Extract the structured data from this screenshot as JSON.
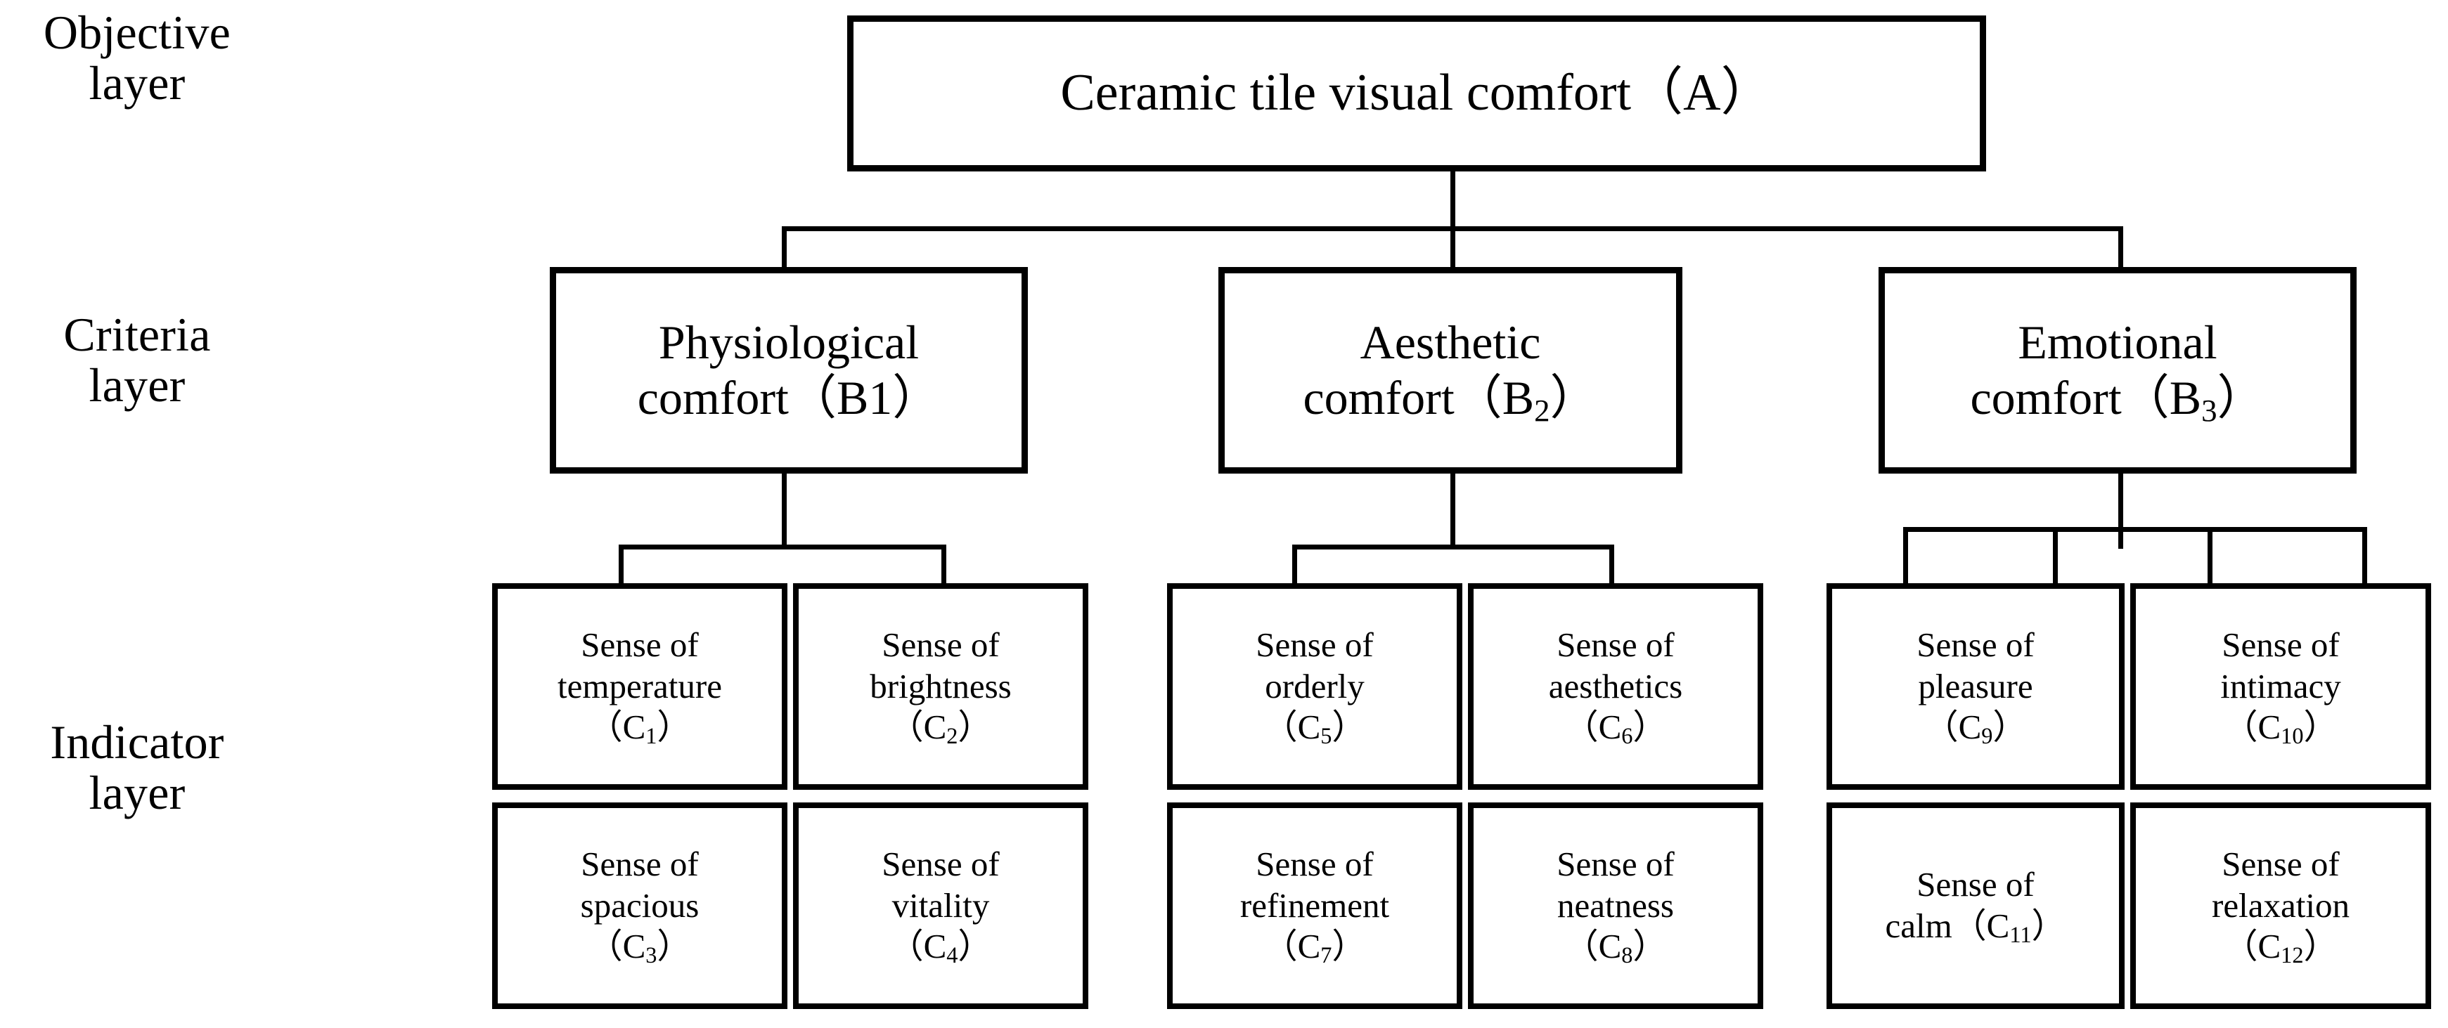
{
  "diagram": {
    "title": "Ceramic tile visual comfort hierarchy",
    "background_color": "#ffffff",
    "line_color": "#000000",
    "layers": [
      {
        "id": "objective",
        "label": "Objective\nlayer"
      },
      {
        "id": "criteria",
        "label": "Criteria\nlayer"
      },
      {
        "id": "indicator",
        "label": "Indicator\nlayer"
      }
    ],
    "objective": {
      "code": "A",
      "label": "Ceramic tile visual comfort（A）"
    },
    "criteria": [
      {
        "code": "B1",
        "label": "Physiological\ncomfort（B1）"
      },
      {
        "code": "B2",
        "label": "Aesthetic\ncomfort（B",
        "label_sub": "2",
        "label_tail": "）"
      },
      {
        "code": "B3",
        "label": "Emotional\ncomfort（B",
        "label_sub": "3",
        "label_tail": "）"
      }
    ],
    "criteria_plain": [
      "Physiological comfort（B1）",
      "Aesthetic comfort（B2）",
      "Emotional comfort（B3）"
    ],
    "indicators": [
      {
        "code": "C1",
        "text": "Sense of\ntemperature\n（C",
        "sub": "1",
        "tail": "）",
        "plain": "Sense of temperature（C1）",
        "parent": "B1"
      },
      {
        "code": "C2",
        "text": "Sense of\nbrightness\n（C",
        "sub": "2",
        "tail": "）",
        "plain": "Sense of brightness（C2）",
        "parent": "B1"
      },
      {
        "code": "C3",
        "text": "Sense of\nspacious\n（C",
        "sub": "3",
        "tail": "）",
        "plain": "Sense of spacious（C3）",
        "parent": "B1"
      },
      {
        "code": "C4",
        "text": "Sense of\nvitality\n（C",
        "sub": "4",
        "tail": "）",
        "plain": "Sense of vitality（C4）",
        "parent": "B1"
      },
      {
        "code": "C5",
        "text": "Sense of\norderly\n（C",
        "sub": "5",
        "tail": "）",
        "plain": "Sense of orderly（C5）",
        "parent": "B2"
      },
      {
        "code": "C6",
        "text": "Sense of\naesthetics\n（C",
        "sub": "6",
        "tail": "）",
        "plain": "Sense of aesthetics（C6）",
        "parent": "B2"
      },
      {
        "code": "C7",
        "text": "Sense of\nrefinement\n（C",
        "sub": "7",
        "tail": "）",
        "plain": "Sense of refinement（C7）",
        "parent": "B2"
      },
      {
        "code": "C8",
        "text": "Sense of\nneatness\n（C",
        "sub": "8",
        "tail": "）",
        "plain": "Sense of neatness（C8）",
        "parent": "B2"
      },
      {
        "code": "C9",
        "text": "Sense of\npleasure\n（C",
        "sub": "9",
        "tail": "）",
        "plain": "Sense of pleasure（C9）",
        "parent": "B3"
      },
      {
        "code": "C10",
        "text": "Sense of\nintimacy\n（C",
        "sub": "10",
        "tail": "）",
        "plain": "Sense of intimacy（C10）",
        "parent": "B3"
      },
      {
        "code": "C11",
        "text": "Sense of\ncalm（C",
        "sub": "11",
        "tail": "）",
        "plain": "Sense of calm（C11）",
        "parent": "B3"
      },
      {
        "code": "C12",
        "text": "Sense of\nrelaxation\n（C",
        "sub": "12",
        "tail": "）",
        "plain": "Sense of relaxation（C12）",
        "parent": "B3"
      }
    ]
  }
}
